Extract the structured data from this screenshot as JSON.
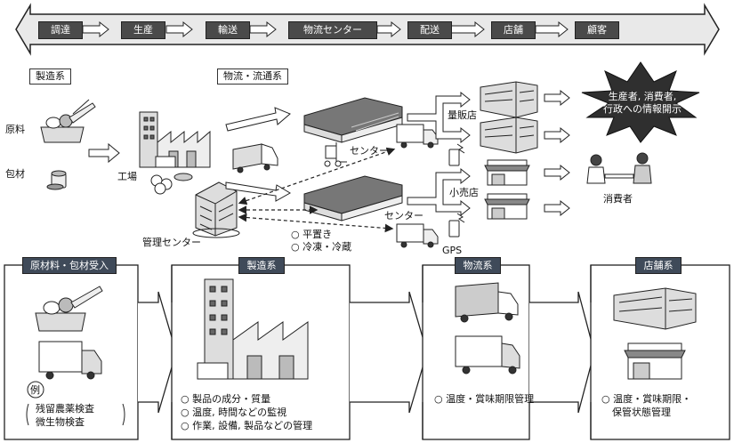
{
  "flow_steps": [
    "調達",
    "生産",
    "輸送",
    "物流センター",
    "配送",
    "店舗",
    "顧客"
  ],
  "top": {
    "section_manufacturing": "製造系",
    "section_logistics": "物流・流通系",
    "raw_material": "原料",
    "packaging": "包材",
    "factory": "工場",
    "management_center": "管理センター",
    "center_upper": "センター",
    "center_lower": "センター",
    "mass_retailer": "量販店",
    "small_retailer": "小売店",
    "gps": "GPS",
    "consumer": "消費者",
    "storage_flat": "○ 平置き",
    "storage_cold": "○ 冷凍・冷蔵",
    "disclosure_line1": "生産者, 消費者,",
    "disclosure_line2": "行政への情報開示"
  },
  "bottom": {
    "panels": [
      {
        "title": "原材料・包材受入"
      },
      {
        "title": "製造系"
      },
      {
        "title": "物流系"
      },
      {
        "title": "店舗系"
      }
    ],
    "example_mark": "例",
    "example_line1": "残留農薬検査",
    "example_line2": "微生物検査",
    "mfg_notes": [
      "○ 製品の成分・質量",
      "○ 温度, 時間などの監視",
      "○ 作業, 設備, 製品などの管理"
    ],
    "logistics_note": "○ 温度・賞味期限管理",
    "store_note_line1": "○ 温度・賞味期限・",
    "store_note_line2": "保管状態管理"
  }
}
